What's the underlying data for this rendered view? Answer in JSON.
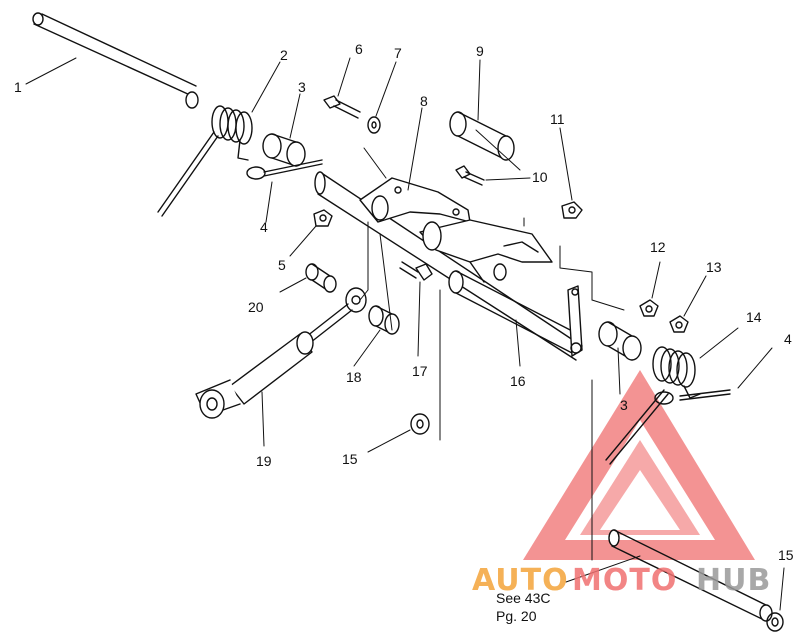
{
  "diagram": {
    "callouts": [
      {
        "id": "c1",
        "text": "1"
      },
      {
        "id": "c2",
        "text": "2"
      },
      {
        "id": "c3a",
        "text": "3"
      },
      {
        "id": "c4a",
        "text": "4"
      },
      {
        "id": "c5",
        "text": "5"
      },
      {
        "id": "c6",
        "text": "6"
      },
      {
        "id": "c7",
        "text": "7"
      },
      {
        "id": "c8",
        "text": "8"
      },
      {
        "id": "c9",
        "text": "9"
      },
      {
        "id": "c10",
        "text": "10"
      },
      {
        "id": "c11",
        "text": "11"
      },
      {
        "id": "c12",
        "text": "12"
      },
      {
        "id": "c13",
        "text": "13"
      },
      {
        "id": "c14",
        "text": "14"
      },
      {
        "id": "c4b",
        "text": "4"
      },
      {
        "id": "c3b",
        "text": "3"
      },
      {
        "id": "c15a",
        "text": "15"
      },
      {
        "id": "c15b",
        "text": "15"
      },
      {
        "id": "c16",
        "text": "16"
      },
      {
        "id": "c17",
        "text": "17"
      },
      {
        "id": "c18",
        "text": "18"
      },
      {
        "id": "c19",
        "text": "19"
      },
      {
        "id": "c20",
        "text": "20"
      }
    ],
    "reference_note": {
      "line1": "See 43C",
      "line2": "Pg. 20"
    }
  },
  "watermark": {
    "part1": "AUTO",
    "part2": "MOTO",
    "part3": "HUB",
    "colors": {
      "orange": "#f4a43a",
      "red": "#f07070",
      "gray": "#9a9a9a"
    }
  }
}
